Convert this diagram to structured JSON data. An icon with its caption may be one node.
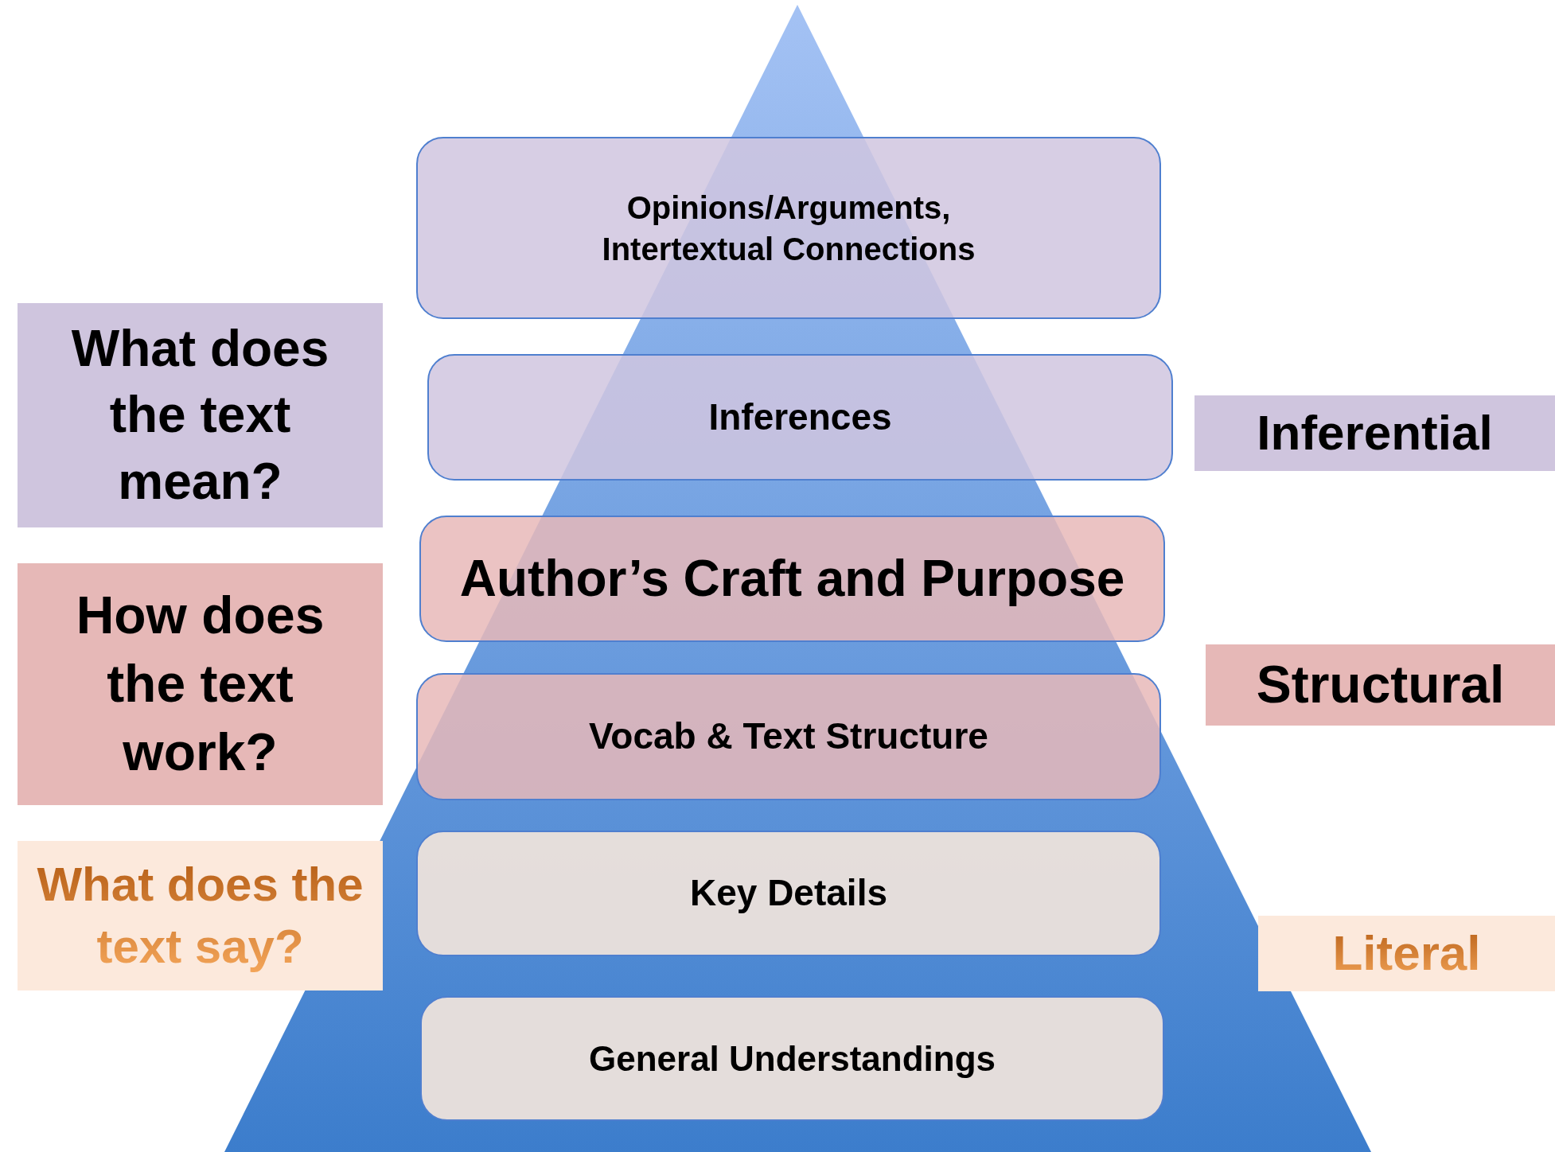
{
  "diagram": {
    "nodes": [
      {
        "text": [
          "Opinions/Arguments, Intertextual Connections"
        ]
      },
      {
        "text": [
          "Inferences"
        ]
      },
      {
        "text": [
          "Author’s Craft and Purpose"
        ]
      },
      {
        "text": [
          "Vocab & Text Structure"
        ]
      },
      {
        "text": [
          "Key Details"
        ]
      },
      {
        "text": [
          "General Understandings"
        ]
      },
      {
        "text": [
          "What does the text mean?"
        ]
      },
      {
        "text": [
          "How does the text work?"
        ]
      },
      {
        "text": [
          "What does the text say?"
        ]
      },
      {
        "text": [
          "Inferential"
        ]
      },
      {
        "text": [
          "Structural"
        ]
      },
      {
        "text": [
          "Literal"
        ]
      }
    ],
    "edges": []
  }
}
